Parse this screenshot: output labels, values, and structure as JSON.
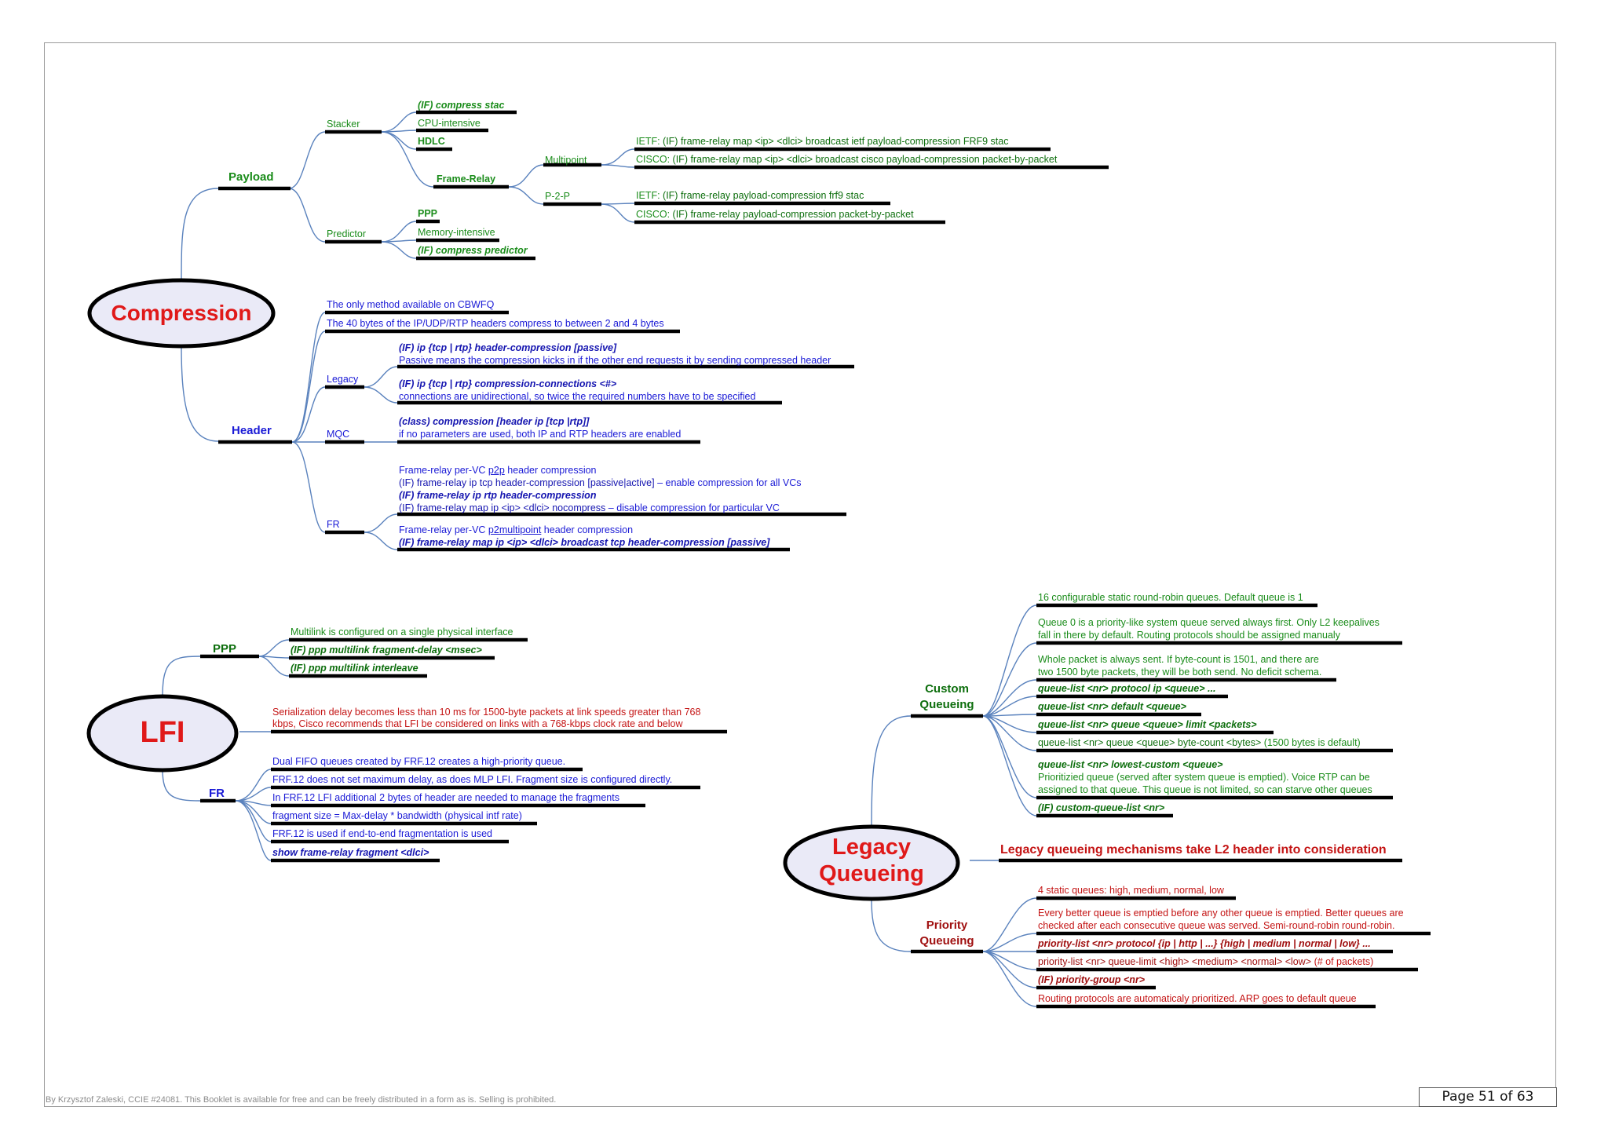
{
  "page": {
    "number_label": "Page 51 of 63",
    "footer": "By Krzysztof Zaleski, CCIE #24081. This Booklet is available for free and can be freely distributed in a form as is. Selling is prohibited."
  },
  "colors": {
    "node_fill": "#eaeaf7",
    "node_text": "#e01919",
    "connector": "#5a82bd",
    "underline": "#000000",
    "green": "#1a8c1a",
    "blue": "#1a1ad6",
    "red": "#c41414"
  },
  "compression": {
    "title": "Compression",
    "payload": {
      "label": "Payload",
      "stacker": {
        "label": "Stacker",
        "compress_stac": "(IF) compress stac",
        "cpu": "CPU-intensive",
        "hdlc": "HDLC",
        "frame_relay": {
          "label": "Frame-Relay",
          "multipoint": {
            "label": "Multipoint",
            "ietf_prefix": "IETF: ",
            "ietf_cmd": "(IF) frame-relay map <ip> <dlci> broadcast ietf payload-compression FRF9 stac",
            "cisco_prefix": "CISCO: ",
            "cisco_cmd": "(IF) frame-relay map <ip> <dlci> broadcast cisco payload-compression packet-by-packet"
          },
          "p2p": {
            "label": "P-2-P",
            "ietf_prefix": "IETF: ",
            "ietf_cmd": "(IF) frame-relay payload-compression frf9 stac",
            "cisco_prefix": "CISCO: ",
            "cisco_cmd": "(IF) frame-relay payload-compression packet-by-packet"
          }
        }
      },
      "predictor": {
        "label": "Predictor",
        "ppp": "PPP",
        "memory": "Memory-intensive",
        "compress_predictor": "(IF) compress predictor"
      }
    },
    "header": {
      "label": "Header",
      "only_method": "The only method available on CBWFQ",
      "forty_bytes": "The 40 bytes of the IP/UDP/RTP headers compress to between 2 and 4 bytes",
      "legacy": {
        "label": "Legacy",
        "cmd1": "(IF) ip {tcp | rtp} header-compression [passive]",
        "desc1": "Passive means the compression kicks in if the other end requests it by sending compressed header",
        "cmd2": "(IF) ip {tcp | rtp} compression-connections <#>",
        "desc2": "connections are unidirectional, so twice the required numbers have to be specified"
      },
      "mqc": {
        "label": "MQC",
        "cmd": "(class) compression [header ip [tcp |rtp]]",
        "desc": "if no parameters are used, both IP and RTP headers are enabled"
      },
      "fr": {
        "label": "FR",
        "p2p_a": "Frame-relay per-VC ",
        "p2p_link": "p2p",
        "p2p_b": " header compression",
        "cmd_tcp": "(IF) frame-relay ip tcp header-compression [passive|active]",
        "cmd_tcp_desc": " – enable compression for all VCs",
        "cmd_rtp": "(IF) frame-relay ip rtp header-compression",
        "cmd_nocomp": "(IF) frame-relay map ip <ip> <dlci> nocompress",
        "cmd_nocomp_desc": " – disable compression for particular VC",
        "mp_a": "Frame-relay per-VC ",
        "mp_link": "p2multipoint",
        "mp_b": " header compression",
        "cmd_map": "(IF) frame-relay map ip <ip> <dlci> broadcast tcp header-compression [passive]"
      }
    }
  },
  "lfi": {
    "title": "LFI",
    "ppp": {
      "label": "PPP",
      "multilink": "Multilink is configured on a single physical interface",
      "frag_delay": "(IF) ppp multilink fragment-delay <msec>",
      "interleave": "(IF) ppp multilink interleave"
    },
    "serialization_1": "Serialization delay becomes less than 10 ms for 1500-byte packets at link speeds greater than 768",
    "serialization_2": "kbps, Cisco recommends that LFI be considered on links with a 768-kbps clock rate and below",
    "fr": {
      "label": "FR",
      "dual_fifo": "Dual FIFO queues created by FRF.12 creates a high-priority queue.",
      "no_max_delay": "FRF.12 does not set maximum delay, as does MLP LFI. Fragment size is configured directly.",
      "additional": "In FRF.12 LFI additional 2 bytes of header are needed to manage the fragments",
      "frag_size_a": "fragment size = Max-delay * bandwidth ",
      "frag_size_b": "(physical intf rate)",
      "end_to_end": "FRF.12 is used if end-to-end fragmentation is used",
      "show_cmd": "show frame-relay fragment <dlci>"
    }
  },
  "legacy": {
    "title_1": "Legacy",
    "title_2": "Queueing",
    "l2_note": "Legacy queueing mechanisms take L2 header into consideration",
    "custom": {
      "label_1": "Custom",
      "label_2": "Queueing",
      "q16": "16 configurable static round-robin queues. Default queue is 1",
      "q0_1": "Queue 0 is a priority-like system queue served always first. Only L2 keepalives",
      "q0_2": "fall in there by default. Routing protocols should be assigned manualy",
      "whole_1": "Whole packet is always sent. If byte-count is 1501, and there are",
      "whole_2": "two 1500 byte packets, they will be both send. No deficit schema.",
      "ql_protocol": "queue-list <nr> protocol ip <queue> ...",
      "ql_default": "queue-list <nr> default <queue>",
      "ql_limit": "queue-list <nr> queue <queue> limit <packets>",
      "ql_bytecount": "queue-list <nr> queue <queue> byte-count <bytes>",
      "ql_bytecount_note": " (1500 bytes is default)",
      "ql_lowest": "queue-list <nr> lowest-custom <queue>",
      "prio_1": "Prioritizied queue (served after system queue is emptied). Voice RTP can be",
      "prio_2": "assigned to that queue. This queue is not limited, so can starve other queues",
      "custom_ql": "(IF) custom-queue-list <nr>"
    },
    "priority": {
      "label_1": "Priority",
      "label_2": "Queueing",
      "four": "4 static queues: high, medium, normal, low",
      "better_1": "Every better queue is emptied before any other queue is emptied. Better queues are",
      "better_2": "checked after each consecutive queue was served. Semi-round-robin round-robin.",
      "pl_protocol": "priority-list <nr> protocol {ip | http | ...} {high | medium | normal | low} ...",
      "pl_limit": "priority-list <nr> queue-limit <high> <medium> <normal> <low>",
      "pl_limit_note": " (# of packets)",
      "pgroup": "(IF) priority-group <nr>",
      "routing": "Routing protocols are automaticaly prioritized. ARP goes to default queue"
    }
  }
}
